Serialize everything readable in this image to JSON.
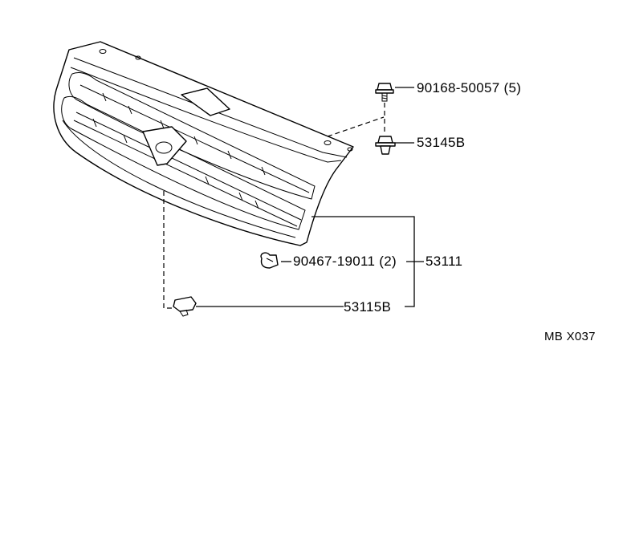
{
  "diagram": {
    "callouts": {
      "bolt": "90168-50057",
      "bolt_qty": "(5)",
      "clip_upper": "53145B",
      "clip_small": "90467-19011",
      "clip_small_qty": "(2)",
      "grille_assembly": "53111",
      "clip_lower": "53115B"
    },
    "reference_code": "MB X037"
  }
}
